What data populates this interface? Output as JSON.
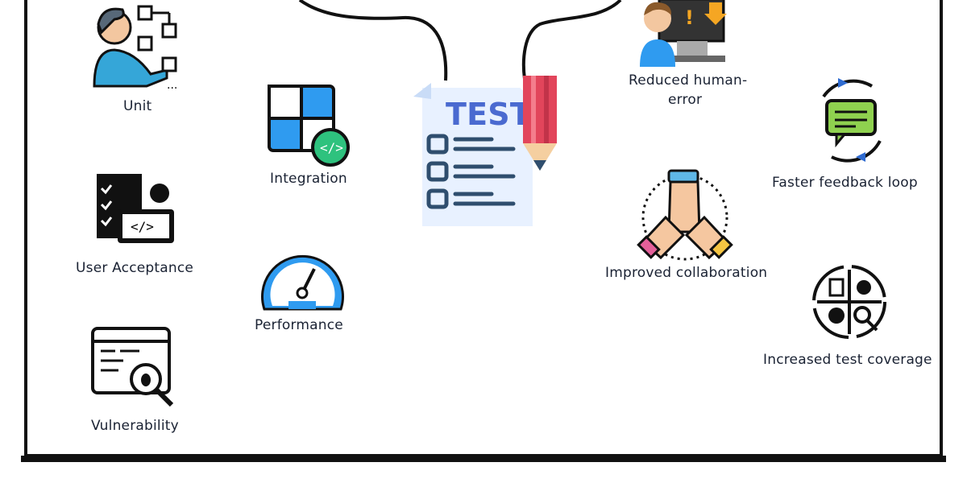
{
  "center": {
    "title": "TEST"
  },
  "testing_types": {
    "unit": "Unit",
    "integration": "Integration",
    "user_acceptance": "User Acceptance",
    "performance": "Performance",
    "vulnerability": "Vulnerability"
  },
  "benefits": {
    "reduced_error": [
      "Reduced human-",
      "error"
    ],
    "faster_feedback": "Faster feedback loop",
    "collaboration": "Improved collaboration",
    "coverage": "Increased test coverage"
  },
  "colors": {
    "ink": "#111111",
    "blue": "#2f9bf0",
    "green": "#2ec27e",
    "pencil_red": "#e2455b",
    "paper": "#e8f1ff"
  }
}
